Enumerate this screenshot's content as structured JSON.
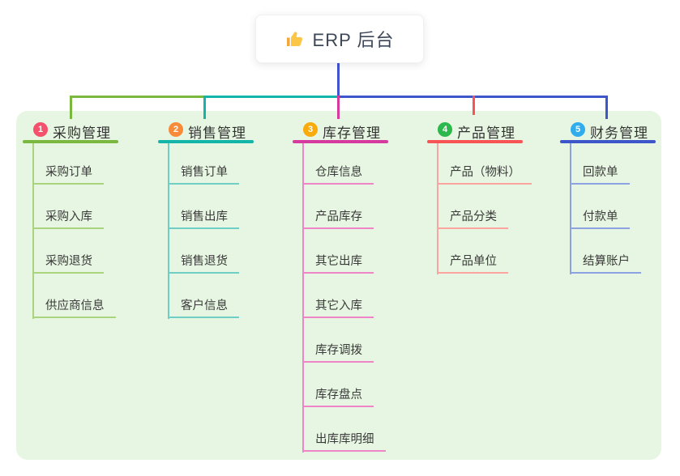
{
  "root": {
    "icon": "thumbs-up",
    "label": "ERP 后台"
  },
  "branches": [
    {
      "num": "1",
      "title": "采购管理",
      "badge_color": "#f4516c",
      "line_color": "#7ab83f",
      "item_line_color": "#a9d37c",
      "items": [
        "采购订单",
        "采购入库",
        "采购退货",
        "供应商信息"
      ]
    },
    {
      "num": "2",
      "title": "销售管理",
      "badge_color": "#f78b3a",
      "line_color": "#13b5a8",
      "item_line_color": "#6fcfc4",
      "items": [
        "销售订单",
        "销售出库",
        "销售退货",
        "客户信息"
      ]
    },
    {
      "num": "3",
      "title": "库存管理",
      "badge_color": "#f9ab0c",
      "line_color": "#d63a9e",
      "item_line_color": "#ee85c6",
      "items": [
        "仓库信息",
        "产品库存",
        "其它出库",
        "其它入库",
        "库存调拨",
        "库存盘点",
        "出库库明细"
      ]
    },
    {
      "num": "4",
      "title": "产品管理",
      "badge_color": "#2db84d",
      "line_color": "#f95455",
      "item_line_color": "#fba4a0",
      "items": [
        "产品（物料）",
        "产品分类",
        "产品单位"
      ]
    },
    {
      "num": "5",
      "title": "财务管理",
      "badge_color": "#31acec",
      "line_color": "#3d56c9",
      "item_line_color": "#8da2e0",
      "items": [
        "回款单",
        "付款单",
        "结算账户"
      ]
    }
  ],
  "colors": {
    "root_line": "#4254d0",
    "panel_bg": "#e7f6e2",
    "thumb_yellow": "#f7b731",
    "text": "#333333"
  }
}
